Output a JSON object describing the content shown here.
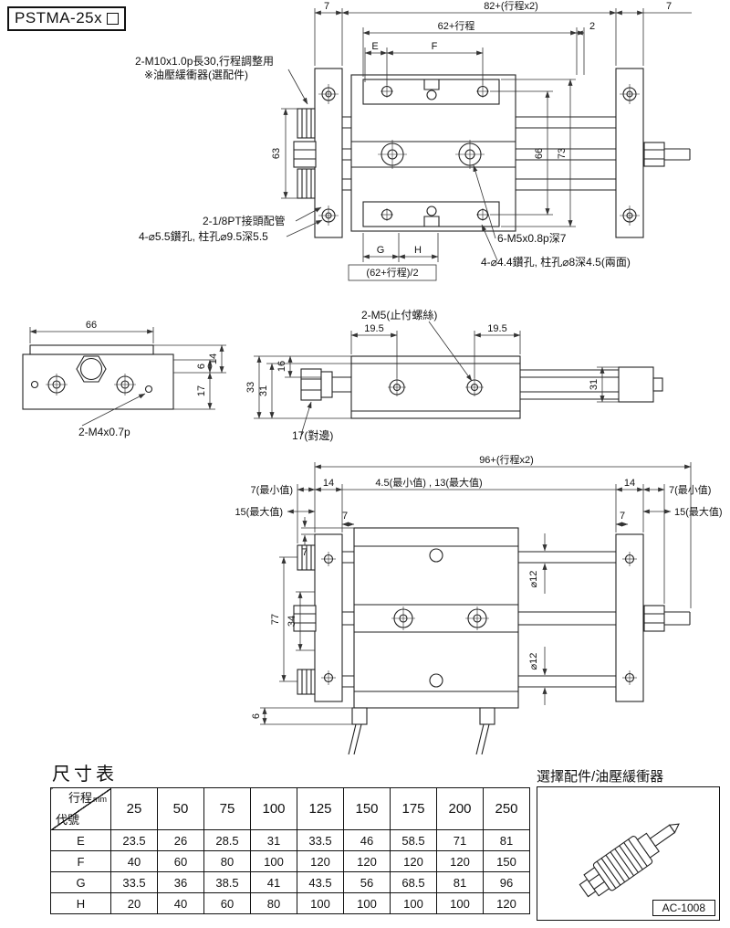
{
  "model_label": "PSTMA-25x",
  "top_view": {
    "dim_7_left": "7",
    "dim_stroke_width": "82+(行程x2)",
    "dim_7_right": "7",
    "dim_62_stroke": "62+行程",
    "dim_2": "2",
    "dim_e": "E",
    "dim_f": "F",
    "dim_63": "63",
    "dim_66": "66",
    "dim_73": "73",
    "dim_g": "G",
    "dim_h": "H",
    "dim_62_half": "(62+行程)/2",
    "note_adjuster_line1": "2-M10x1.0p長30,行程調整用",
    "note_adjuster_line2": "※油壓緩衝器(選配件)",
    "note_port": "2-1/8PT接頭配管",
    "note_drill_55": "4-⌀5.5鑽孔, 柱孔⌀9.5深5.5",
    "note_m5_tap": "6-M5x0.8p深7",
    "note_drill_44": "4-⌀4.4鑽孔, 柱孔⌀8深4.5(兩面)"
  },
  "end_view": {
    "dim_66": "66",
    "dim_14": "14",
    "dim_6": "6",
    "dim_17": "17",
    "note_m4_tap": "2-M4x0.7p"
  },
  "side_view": {
    "note_set_screw": "2-M5(止付螺絲)",
    "dim_19_5_left": "19.5",
    "dim_19_5_right": "19.5",
    "dim_16": "16",
    "dim_33": "33",
    "dim_31_left": "31",
    "dim_31_right": "31",
    "note_flats": "17(對邊)"
  },
  "front_view": {
    "dim_96_stroke": "96+(行程x2)",
    "dim_7_min_left": "7(最小值)",
    "dim_15_max_left": "15(最大值)",
    "dim_14_left": "14",
    "dim_gap": "4.5(最小值) , 13(最大值)",
    "dim_14_right": "14",
    "dim_7_min_right": "7(最小值)",
    "dim_15_max_right": "15(最大值)",
    "dim_7_top_left": "7",
    "dim_7_top_right": "7",
    "dim_7_height": "7",
    "dim_77": "77",
    "dim_34": "34",
    "dim_rod_dia_top": "⌀12",
    "dim_rod_dia_bottom": "⌀12",
    "dim_6": "6"
  },
  "size_table": {
    "title": "尺寸表",
    "corner_stroke": "行程",
    "corner_unit": "mm",
    "corner_code": "代號",
    "columns": [
      "25",
      "50",
      "75",
      "100",
      "125",
      "150",
      "175",
      "200",
      "250"
    ],
    "rows": [
      {
        "code": "E",
        "values": [
          "23.5",
          "26",
          "28.5",
          "31",
          "33.5",
          "46",
          "58.5",
          "71",
          "81"
        ]
      },
      {
        "code": "F",
        "values": [
          "40",
          "60",
          "80",
          "100",
          "120",
          "120",
          "120",
          "120",
          "150"
        ]
      },
      {
        "code": "G",
        "values": [
          "33.5",
          "36",
          "38.5",
          "41",
          "43.5",
          "56",
          "68.5",
          "81",
          "96"
        ]
      },
      {
        "code": "H",
        "values": [
          "20",
          "40",
          "60",
          "80",
          "100",
          "100",
          "100",
          "100",
          "120"
        ]
      }
    ]
  },
  "accessory": {
    "title": "選擇配件/油壓緩衝器",
    "part_no": "AC-1008"
  },
  "colors": {
    "line": "#222222",
    "background": "#ffffff"
  }
}
